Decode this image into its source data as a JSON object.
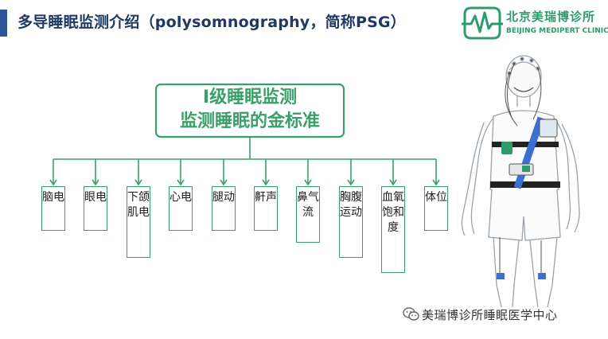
{
  "header": {
    "title": "多导睡眠监测介绍（polysomnography，简称PSG）"
  },
  "logo": {
    "name_cn": "北京美瑞博诊所",
    "name_en": "BEIJING MEDIPERT CLINIC",
    "icon": "heartbeat-logo-icon",
    "color": "#2e9b6a"
  },
  "diagram": {
    "root": {
      "line1": "I级睡眠监测",
      "line2": "监测睡眠的金标准"
    },
    "children": [
      {
        "label": "脑电"
      },
      {
        "label": "眼电"
      },
      {
        "label": "下颌肌电"
      },
      {
        "label": "心电"
      },
      {
        "label": "腿动"
      },
      {
        "label": "鼾声"
      },
      {
        "label": "鼻气流"
      },
      {
        "label": "胸腹运动"
      },
      {
        "label": "血氧饱和度"
      },
      {
        "label": "体位"
      }
    ],
    "color": "#3aa06a"
  },
  "illustration": {
    "icon": "psg-patient-illustration-icon"
  },
  "watermark": {
    "text": "美瑞博诊所睡眠医学中心",
    "icon": "wechat-icon"
  },
  "colors": {
    "title": "#1f3864",
    "accent_bar": "#2f5597"
  }
}
